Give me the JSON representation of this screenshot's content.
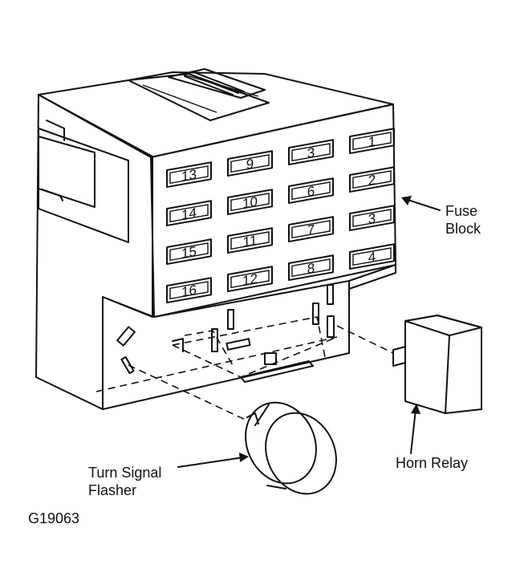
{
  "labels": {
    "fuse_block_line1": "Fuse",
    "fuse_block_line2": "Block",
    "horn_relay": "Horn Relay",
    "turn_signal_line1": "Turn Signal",
    "turn_signal_line2": "Flasher",
    "figure_id": "G19063"
  },
  "fuses": [
    "13",
    "9",
    "3",
    "1",
    "14",
    "10",
    "6",
    "2",
    "15",
    "11",
    "7",
    "3",
    "16",
    "12",
    "8",
    "4"
  ]
}
